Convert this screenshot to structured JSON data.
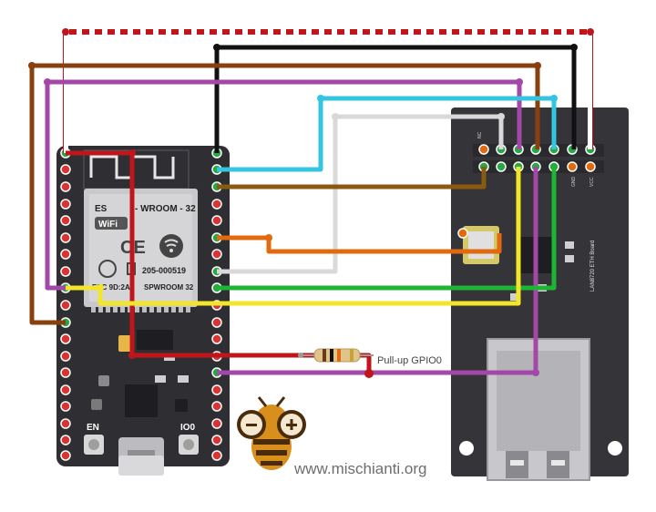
{
  "esp32": {
    "module_brand": "WiFi",
    "module_model_prefix": "ES",
    "module_model_suffix": "- WROOM - 32",
    "fcc_prefix": "FCC 9D:2A",
    "fcc_suffix": "SPWROOM 32",
    "cert_line": "205-000519",
    "button_en": "EN",
    "button_io0": "IO0"
  },
  "eth_board": {
    "board_label": "LAN8720 ETH Board",
    "pin_gnd": "GND",
    "pin_vcc": "VCC",
    "pin_nc": "NC"
  },
  "resistor": {
    "label": "Pull-up GPIO0"
  },
  "watermark": {
    "url": "www.mischianti.org"
  },
  "colors": {
    "wire_red": "#c0161b",
    "wire_black": "#111111",
    "wire_brown": "#8a3f0e",
    "wire_purple": "#a347a8",
    "wire_cyan": "#34c6e0",
    "wire_white": "#d9d9d9",
    "wire_dark_orange": "#8a5a10",
    "wire_orange": "#e2690e",
    "wire_green": "#1fb534",
    "wire_yellow": "#f2e52a",
    "esp_pcb": "#2e2e33",
    "eth_pcb": "#353539"
  }
}
